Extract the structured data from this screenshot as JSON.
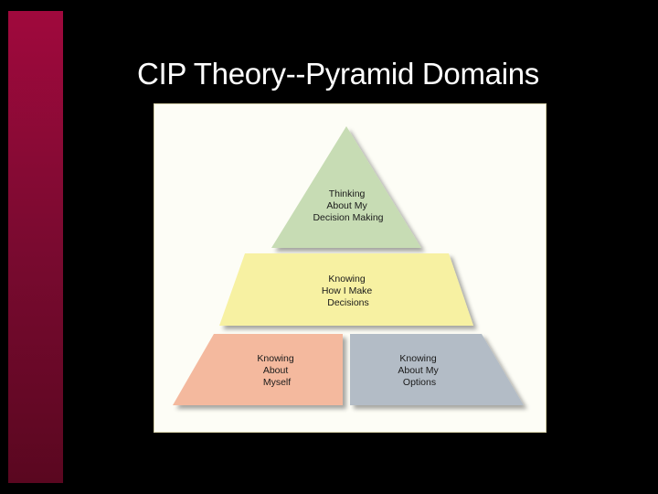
{
  "slide": {
    "title": "CIP Theory--Pyramid Domains"
  },
  "pyramid": {
    "tiers": {
      "top": {
        "lines": [
          "Thinking",
          "About My",
          "Decision Making"
        ],
        "color": "#c7dcb4"
      },
      "middle": {
        "lines": [
          "Knowing",
          "How I Make",
          "Decisions"
        ],
        "color": "#f7f1a2"
      },
      "bottom_left": {
        "lines": [
          "Knowing",
          "About",
          "Myself"
        ],
        "color": "#f4b99e"
      },
      "bottom_right": {
        "lines": [
          "Knowing",
          "About My",
          "Options"
        ],
        "color": "#b3bcc6"
      }
    }
  },
  "colors": {
    "accent_bar": "#8b0a36",
    "background": "#000000",
    "title_text": "#ffffff",
    "panel_background": "#fdfdf6"
  }
}
